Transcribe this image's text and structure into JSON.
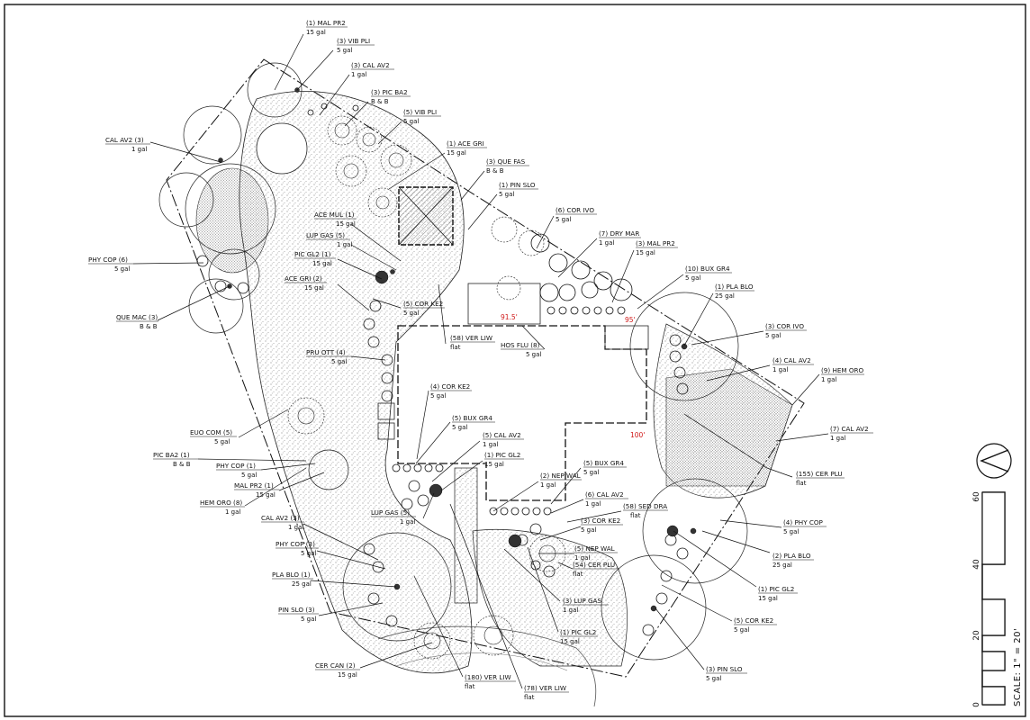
{
  "colors": {
    "ink": "#111111",
    "elevation": "#d01818",
    "paper": "#ffffff",
    "stipple": "#555555"
  },
  "labels": [
    {
      "name": "(1) MAL PR2",
      "qty": "15 gal"
    },
    {
      "name": "(3) VIB PLI",
      "qty": "5 gal"
    },
    {
      "name": "(3) CAL AV2",
      "qty": "1 gal"
    },
    {
      "name": "(3) PIC BA2",
      "qty": "B & B"
    },
    {
      "name": "(5) VIB PLI",
      "qty": "5 gal"
    },
    {
      "name": "CAL AV2 (3)",
      "qty": "1 gal"
    },
    {
      "name": "(1) ACE GRI",
      "qty": "15 gal"
    },
    {
      "name": "(3) QUE FAS",
      "qty": "B & B"
    },
    {
      "name": "(1) PIN SLO",
      "qty": "5 gal"
    },
    {
      "name": "(6) COR IVO",
      "qty": "5 gal"
    },
    {
      "name": "ACE MUL (1)",
      "qty": "15 gal"
    },
    {
      "name": "LUP GAS (5)",
      "qty": "1 gal"
    },
    {
      "name": "(7) DRY MAR",
      "qty": "1 gal"
    },
    {
      "name": "(3) MAL PR2",
      "qty": "15 gal"
    },
    {
      "name": "PIC GL2 (1)",
      "qty": "15 gal"
    },
    {
      "name": "PHY COP (6)",
      "qty": "5 gal"
    },
    {
      "name": "ACE GRI (2)",
      "qty": "15 gal"
    },
    {
      "name": "(5) COR KE2",
      "qty": "5 gal"
    },
    {
      "name": "(10) BUX GR4",
      "qty": "5 gal"
    },
    {
      "name": "(1) PLA BLO",
      "qty": "25 gal"
    },
    {
      "name": "QUE MAC (3)",
      "qty": "B & B"
    },
    {
      "name": "(58) VER LIW",
      "qty": "flat"
    },
    {
      "name": "HOS FLU (8)",
      "qty": "5 gal"
    },
    {
      "name": "(3) COR IVO",
      "qty": "5 gal"
    },
    {
      "name": "PRU OTT (4)",
      "qty": "5 gal"
    },
    {
      "name": "(4) CAL AV2",
      "qty": "1 gal"
    },
    {
      "name": "(9) HEM ORO",
      "qty": "1 gal"
    },
    {
      "name": "(4) COR KE2",
      "qty": "5 gal"
    },
    {
      "name": "(5) BUX GR4",
      "qty": "5 gal"
    },
    {
      "name": "(7) CAL AV2",
      "qty": "1 gal"
    },
    {
      "name": "EUO COM (5)",
      "qty": "5 gal"
    },
    {
      "name": "(5) CAL AV2",
      "qty": "1 gal"
    },
    {
      "name": "PIC BA2 (1)",
      "qty": "B & B"
    },
    {
      "name": "(1) PIC GL2",
      "qty": "15 gal"
    },
    {
      "name": "(5) BUX GR4",
      "qty": "5 gal"
    },
    {
      "name": "PHY COP (1)",
      "qty": "5 gal"
    },
    {
      "name": "(155) CER PLU",
      "qty": "flat"
    },
    {
      "name": "MAL PR2 (1)",
      "qty": "15 gal"
    },
    {
      "name": "(2) NEP WAL",
      "qty": "1 gal"
    },
    {
      "name": "HEM ORO (8)",
      "qty": "1 gal"
    },
    {
      "name": "(6) CAL AV2",
      "qty": "1 gal"
    },
    {
      "name": "(58) SED DRA",
      "qty": "flat"
    },
    {
      "name": "LUP GAS (5)",
      "qty": "1 gal"
    },
    {
      "name": "(3) COR KE2",
      "qty": "5 gal"
    },
    {
      "name": "CAL AV2 (3)",
      "qty": "1 gal"
    },
    {
      "name": "(4) PHY COP",
      "qty": "5 gal"
    },
    {
      "name": "PHY COP (3)",
      "qty": "5 gal"
    },
    {
      "name": "(5) NEP WAL",
      "qty": "1 gal"
    },
    {
      "name": "(54) CER PLU",
      "qty": "flat"
    },
    {
      "name": "(2) PLA BLO",
      "qty": "25 gal"
    },
    {
      "name": "PLA BLO (1)",
      "qty": "25 gal"
    },
    {
      "name": "(1) PIC GL2",
      "qty": "15 gal"
    },
    {
      "name": "PIN SLO (3)",
      "qty": "5 gal"
    },
    {
      "name": "(3) LUP GAS",
      "qty": "1 gal"
    },
    {
      "name": "(5) COR KE2",
      "qty": "5 gal"
    },
    {
      "name": "(1) PIC GL2",
      "qty": "15 gal"
    },
    {
      "name": "CER CAN (2)",
      "qty": "15 gal"
    },
    {
      "name": "(3) PIN SLO",
      "qty": "5 gal"
    },
    {
      "name": "(180) VER LIW",
      "qty": "flat"
    },
    {
      "name": "(78) VER LIW",
      "qty": "flat"
    }
  ],
  "elevations": [
    "91.5'",
    "95'",
    "100'"
  ],
  "scale": {
    "ticks": [
      "60",
      "40",
      "20",
      "0"
    ],
    "text": "SCALE: 1\" = 20'"
  },
  "north_icon": "north-arrow-icon"
}
